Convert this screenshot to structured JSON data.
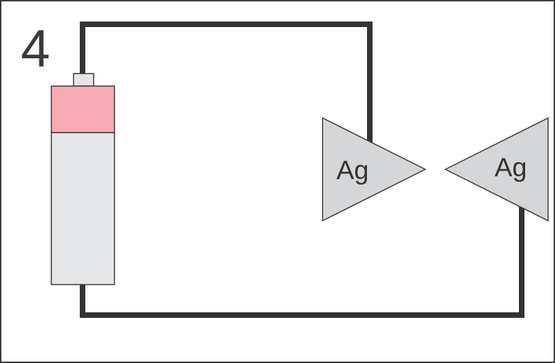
{
  "figure": {
    "number_label": "4"
  },
  "battery": {
    "positive_color": "#f6abb0",
    "body_color": "#e4e5e7",
    "terminal_color": "#e4e5e7"
  },
  "electrodes": [
    {
      "label": "Ag",
      "color": "#d5d6d8"
    },
    {
      "label": "Ag",
      "color": "#d5d6d8"
    }
  ],
  "wire": {
    "color": "#333333"
  }
}
